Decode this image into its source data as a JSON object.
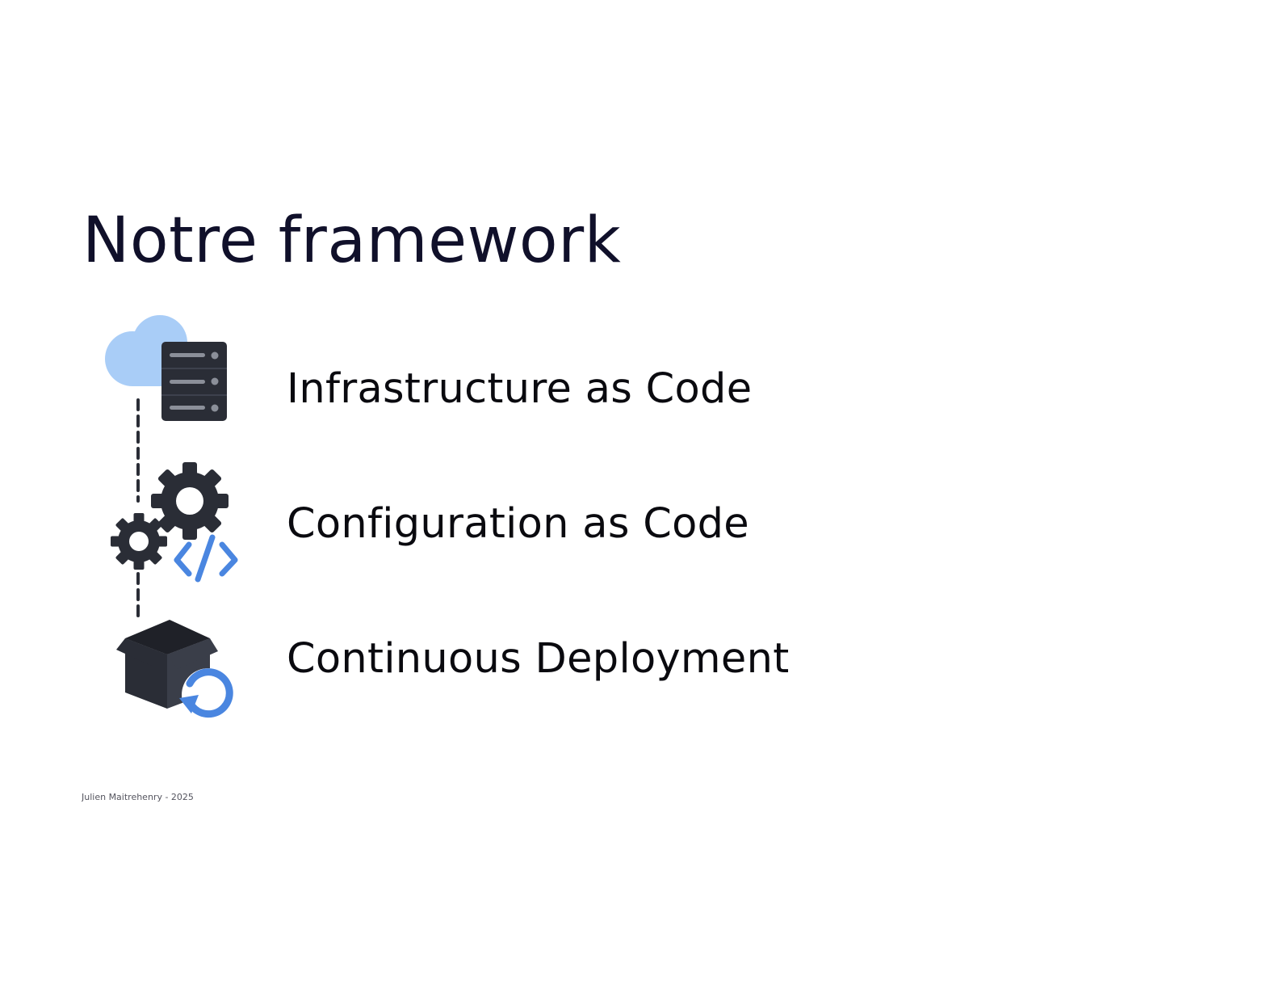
{
  "slide": {
    "title": "Notre framework",
    "items": [
      {
        "label": "Infrastructure as Code",
        "icon": "cloud-server-icon"
      },
      {
        "label": "Configuration as Code",
        "icon": "gears-code-icon"
      },
      {
        "label": "Continuous Deployment",
        "icon": "box-refresh-icon"
      }
    ],
    "footer": "Julien Maitrehenry - 2025"
  },
  "colors": {
    "title": "#10102a",
    "text": "#0a0a0f",
    "icon_dark": "#2a2d36",
    "icon_blue": "#4a86e0",
    "cloud": "#a9cdf7"
  }
}
